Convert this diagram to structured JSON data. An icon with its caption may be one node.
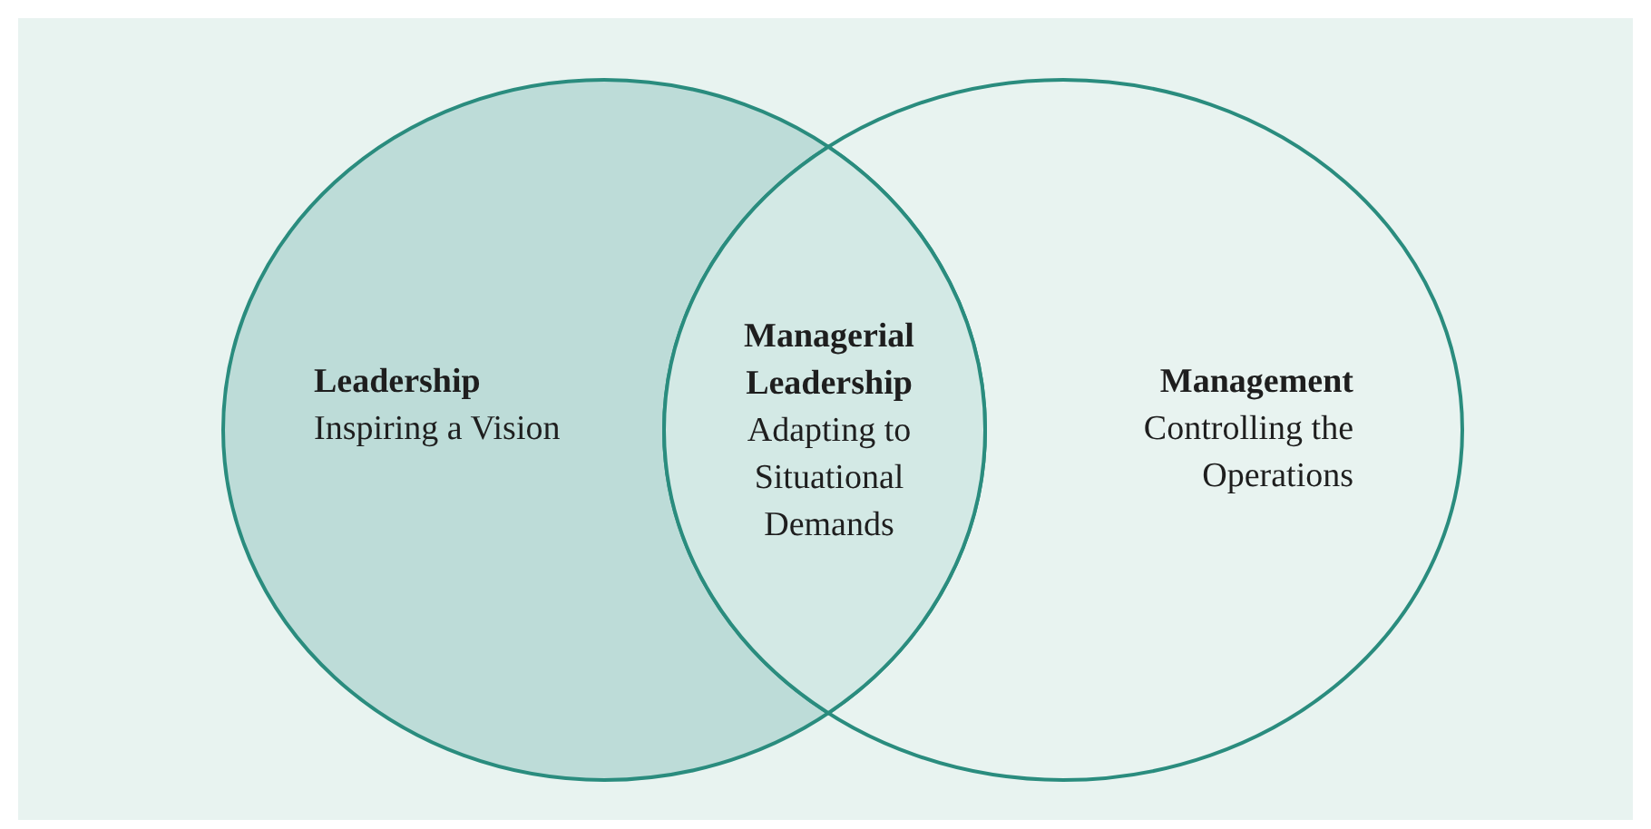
{
  "diagram": {
    "nodes": [
      {
        "text": [
          "Leadership",
          "Inspiring a Vision"
        ]
      },
      {
        "text": [
          "Managerial Leadership",
          "Adapting to Situational Demands"
        ]
      },
      {
        "text": [
          "Management",
          "Controlling the Operations"
        ]
      }
    ],
    "edges": []
  }
}
